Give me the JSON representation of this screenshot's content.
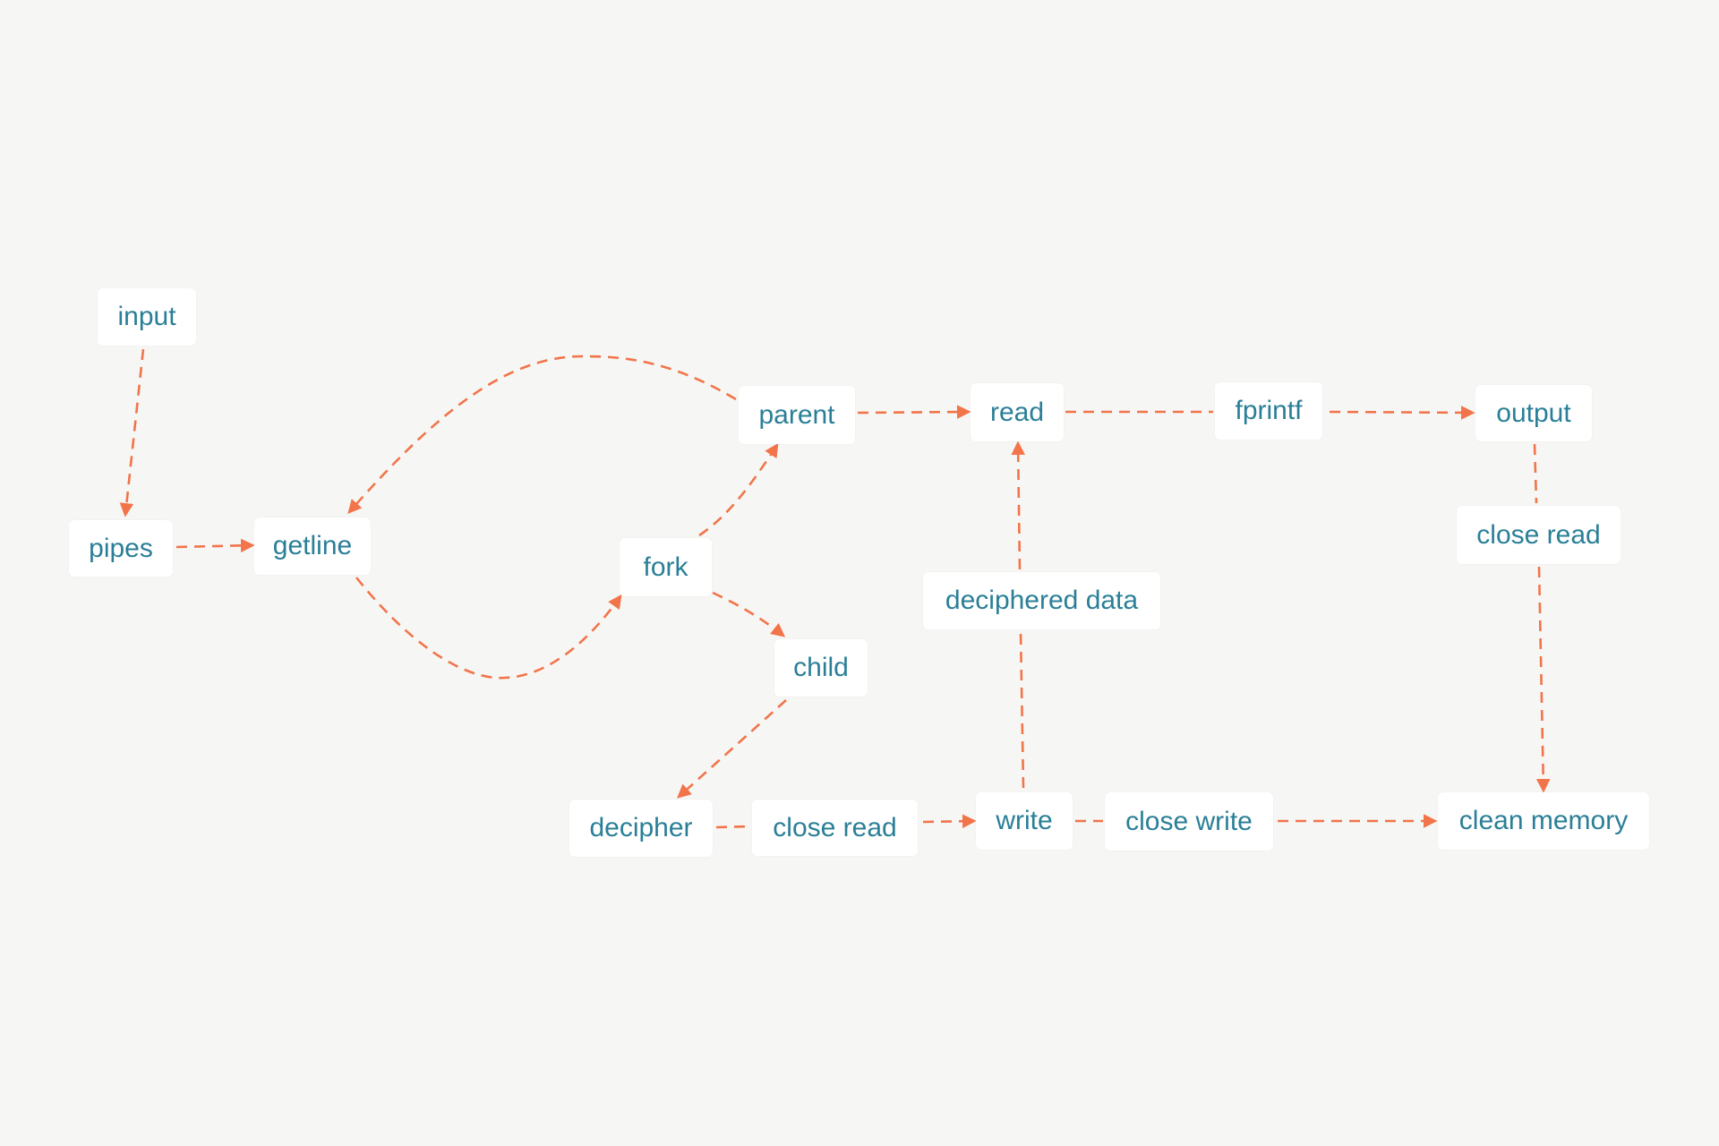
{
  "colors": {
    "background": "#f6f7f4",
    "node_fill": "#ffffff",
    "node_text": "#2a7f97",
    "edge": "#f2744b"
  },
  "nodes": {
    "input": "input",
    "pipes": "pipes",
    "getline": "getline",
    "fork": "fork",
    "parent": "parent",
    "child": "child",
    "decipher": "decipher",
    "close_read_child": "close read",
    "write": "write",
    "close_write": "close write",
    "deciphered_data": "deciphered data",
    "read": "read",
    "fprintf": "fprintf",
    "output": "output",
    "close_read_parent": "close read",
    "clean_memory": "clean memory"
  },
  "edges": [
    {
      "from": "input",
      "to": "pipes"
    },
    {
      "from": "pipes",
      "to": "getline"
    },
    {
      "from": "getline",
      "to": "fork"
    },
    {
      "from": "fork",
      "to": "parent"
    },
    {
      "from": "fork",
      "to": "child"
    },
    {
      "from": "parent",
      "to": "getline"
    },
    {
      "from": "parent",
      "to": "read"
    },
    {
      "from": "child",
      "to": "decipher"
    },
    {
      "from": "decipher",
      "to": "close_read_child"
    },
    {
      "from": "close_read_child",
      "to": "write"
    },
    {
      "from": "write",
      "to": "deciphered_data"
    },
    {
      "from": "deciphered_data",
      "to": "read"
    },
    {
      "from": "write",
      "to": "close_write"
    },
    {
      "from": "close_write",
      "to": "clean_memory"
    },
    {
      "from": "read",
      "to": "fprintf"
    },
    {
      "from": "fprintf",
      "to": "output"
    },
    {
      "from": "output",
      "to": "close_read_parent"
    },
    {
      "from": "close_read_parent",
      "to": "clean_memory"
    }
  ]
}
